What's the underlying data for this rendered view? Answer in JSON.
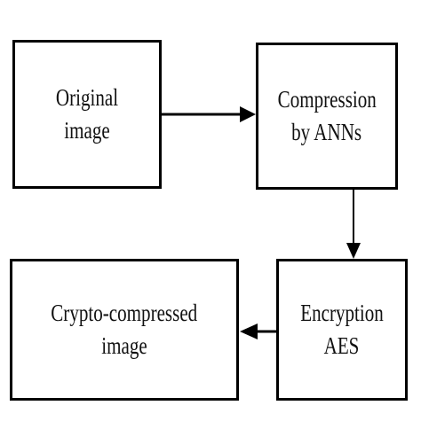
{
  "diagram": {
    "nodes": {
      "original": {
        "line1": "Original",
        "line2": "image"
      },
      "compression": {
        "line1": "Compression",
        "line2": "by ANNs"
      },
      "encryption": {
        "line1": "Encryption",
        "line2": "AES"
      },
      "crypto": {
        "line1": "Crypto-compressed",
        "line2": "image"
      }
    },
    "edges": [
      {
        "from": "original",
        "to": "compression"
      },
      {
        "from": "compression",
        "to": "encryption"
      },
      {
        "from": "encryption",
        "to": "crypto"
      }
    ],
    "colors": {
      "stroke": "#000000",
      "text": "#111111",
      "background": "#ffffff"
    }
  }
}
